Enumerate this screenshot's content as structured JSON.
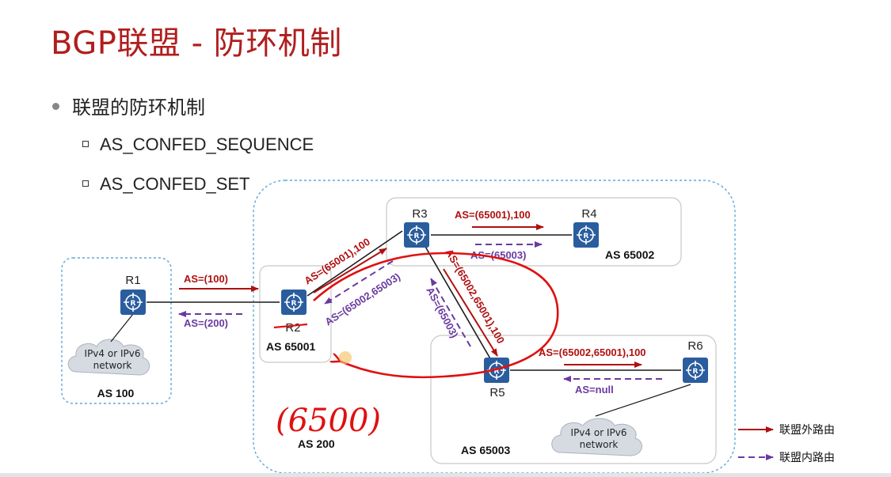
{
  "slide": {
    "title": "BGP联盟 - 防环机制",
    "bullet": "联盟的防环机制",
    "sub_items": [
      "AS_CONFED_SEQUENCE",
      "AS_CONFED_SET"
    ]
  },
  "diagram": {
    "routers": [
      {
        "id": "R1",
        "label": "R1"
      },
      {
        "id": "R2",
        "label": "R2"
      },
      {
        "id": "R3",
        "label": "R3"
      },
      {
        "id": "R4",
        "label": "R4"
      },
      {
        "id": "R5",
        "label": "R5"
      },
      {
        "id": "R6",
        "label": "R6"
      }
    ],
    "areas": {
      "as100": "AS 100",
      "as65001": "AS 65001",
      "as65002": "AS 65002",
      "as65003": "AS 65003",
      "as200": "AS 200"
    },
    "clouds": [
      "IPv4 or IPv6",
      "network"
    ],
    "labels": {
      "r1_r2_out": "AS=(100)",
      "r2_r1_in": "AS=(200)",
      "r2_r3_out": "AS=(65001),100",
      "r3_r2_in": "AS=(65002,65003)",
      "r3_r4_out": "AS=(65001),100",
      "r4_r3_in": "AS=(65003)",
      "r3_r5_out": "AS=(65002,65001),100",
      "r5_r3_in": "AS=(65003)",
      "r5_r6_out": "AS=(65002,65001),100",
      "r6_r5_in": "AS=null"
    },
    "handwriting": "(6500)",
    "legend": {
      "outer": "联盟外路由",
      "inner": "联盟内路由"
    },
    "colors": {
      "outer_route": "#b01010",
      "inner_route": "#6a3aa0",
      "router_fill": "#2a5d9e",
      "area_border": "#5aa8d8",
      "handwriting": "#e01010"
    }
  }
}
